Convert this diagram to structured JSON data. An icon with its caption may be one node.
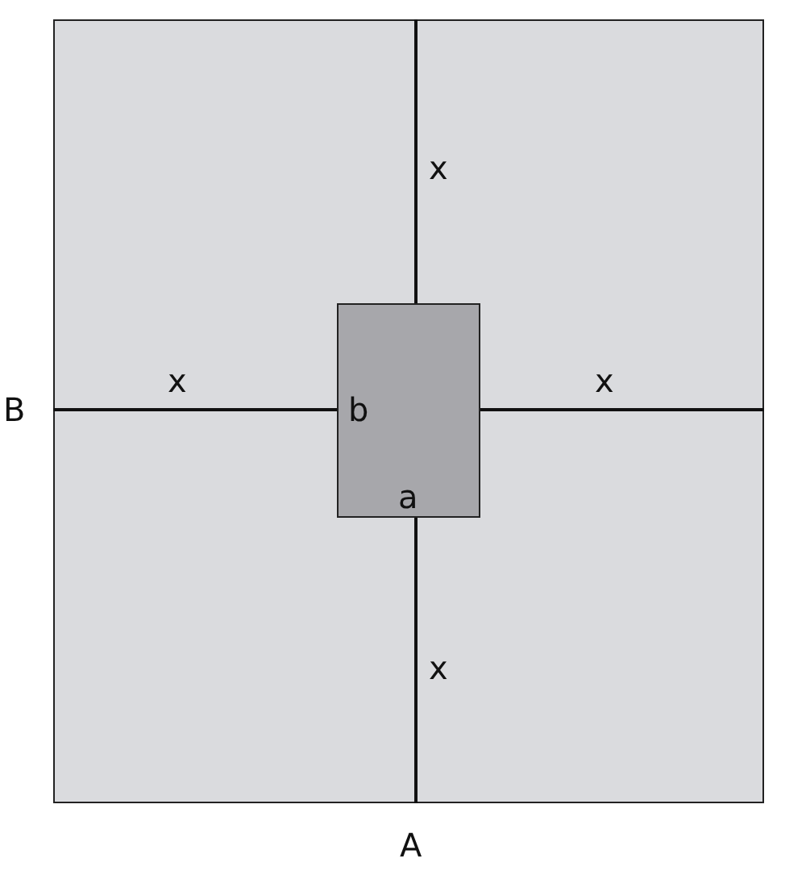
{
  "diagram": {
    "nodes": [
      {
        "text": [],
        "shape": "box"
      },
      {
        "text": [],
        "shape": "box",
        "in": 0
      }
    ],
    "labels": [
      "x",
      "x",
      "x",
      "B",
      "b",
      "a",
      "x",
      "A"
    ]
  }
}
